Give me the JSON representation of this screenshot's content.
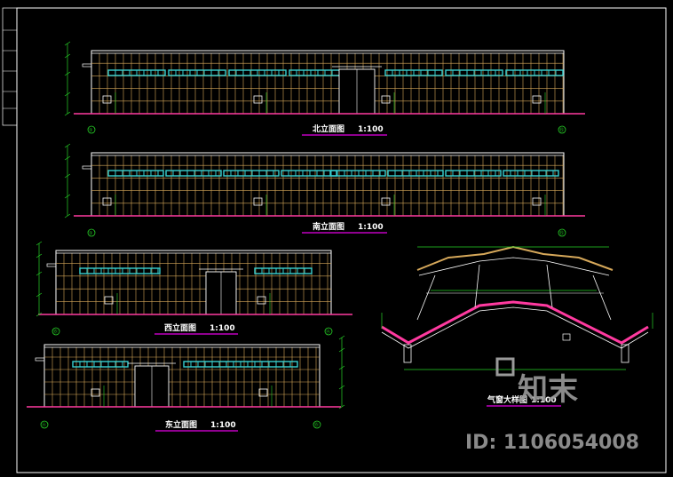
{
  "drawings": {
    "north": {
      "title": "北立面图",
      "scale": "1:100",
      "axis_left": "①",
      "axis_right": "⑮"
    },
    "south": {
      "title": "南立面图",
      "scale": "1:100",
      "axis_left": "①",
      "axis_right": "⑮"
    },
    "west": {
      "title": "西立面图",
      "scale": "1:100",
      "axis_left": "Ⓑ",
      "axis_right": "Ⓐ"
    },
    "east": {
      "title": "东立面图",
      "scale": "1:100",
      "axis_left": "Ⓐ",
      "axis_right": "Ⓑ"
    },
    "detail": {
      "title": "气窗大样图",
      "scale": "1:100"
    }
  },
  "watermark": {
    "brand": "知末",
    "id_text": "ID: 1106054008"
  },
  "colors": {
    "background": "#000000",
    "grid": "#d6a85a",
    "window": "#38d0d0",
    "dimension": "#27d327",
    "ground": "#ff3aa0",
    "underline": "#c000c0",
    "outline": "#ffffff"
  }
}
